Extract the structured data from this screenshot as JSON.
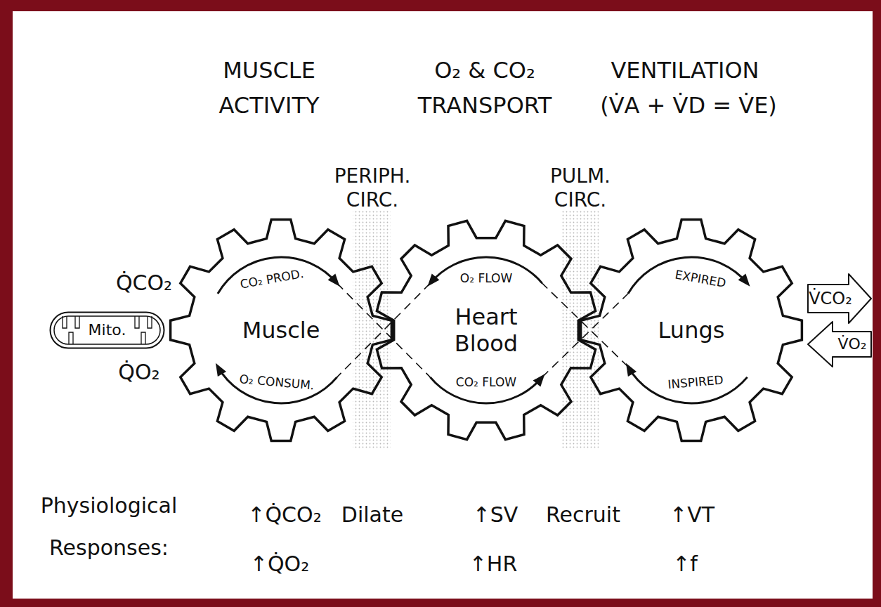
{
  "diagram": {
    "nodes": [
      {
        "text": [
          "Mito."
        ]
      },
      {
        "text": [
          "Muscle"
        ]
      },
      {
        "text": [
          "Heart Blood"
        ]
      },
      {
        "text": [
          "Lungs"
        ]
      }
    ],
    "labels": [
      "MUSCLE ACTIVITY",
      "O₂ & CO₂ TRANSPORT",
      "VENTILATION",
      "(V̇A + V̇D = V̇E)",
      "PERIPH. CIRC.",
      "PULM. CIRC.",
      "Q̇CO₂",
      "Q̇O₂",
      "CO₂ PROD.",
      "O₂ CONSUM.",
      "O₂ FLOW",
      "CO₂ FLOW",
      "EXPIRED",
      "INSPIRED",
      "V̇CO₂",
      "V̇O₂",
      "Physiological Responses:",
      "↑Q̇CO₂",
      "Dilate",
      "↑SV",
      "Recruit",
      "↑VT",
      "↑Q̇O₂",
      "↑HR",
      "↑f"
    ]
  }
}
